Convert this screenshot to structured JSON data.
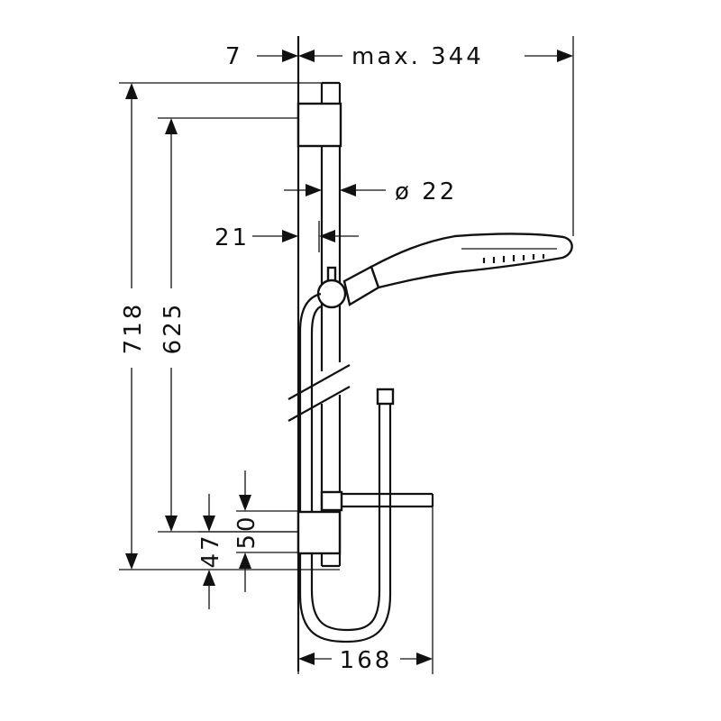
{
  "dimensions": {
    "wall_offset": "7",
    "max_projection": "max. 344",
    "rail_diameter": "ø 22",
    "rail_gap": "21",
    "total_height": "718",
    "bracket_spacing": "625",
    "bottom_offset": "47",
    "soap_height": "50",
    "soap_width": "168"
  },
  "colors": {
    "line": "#111111",
    "background": "#ffffff"
  }
}
